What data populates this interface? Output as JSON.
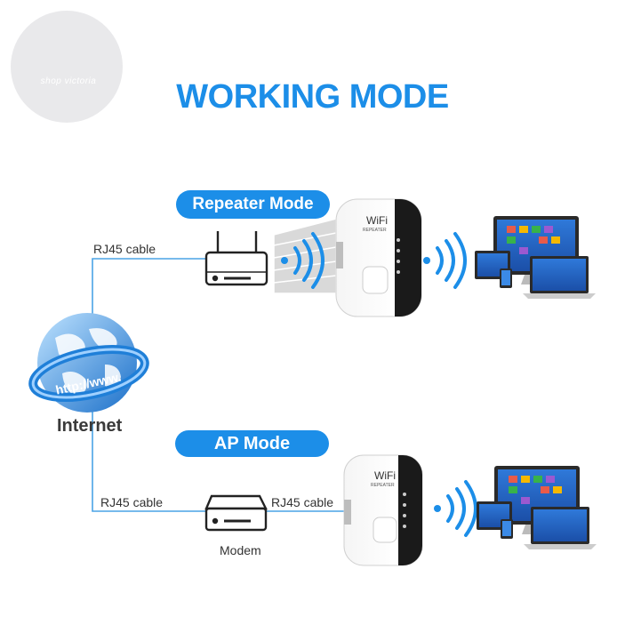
{
  "watermark": {
    "text": "shop victoria"
  },
  "title": "WORKING MODE",
  "internet": {
    "label": "Internet",
    "url_text": "http://www."
  },
  "repeater_mode": {
    "label": "Repeater Mode",
    "cable_label": "RJ45 cable",
    "device_brand": "WiFi",
    "device_subtitle": "REPEATER"
  },
  "ap_mode": {
    "label": "AP Mode",
    "cable_label_left": "RJ45 cable",
    "cable_label_right": "RJ45 cable",
    "modem_label": "Modem",
    "device_brand": "WiFi",
    "device_subtitle": "REPEATER"
  },
  "colors": {
    "accent": "#1c8ee8",
    "line": "#4aa3e6",
    "device_black": "#1a1a1a"
  }
}
